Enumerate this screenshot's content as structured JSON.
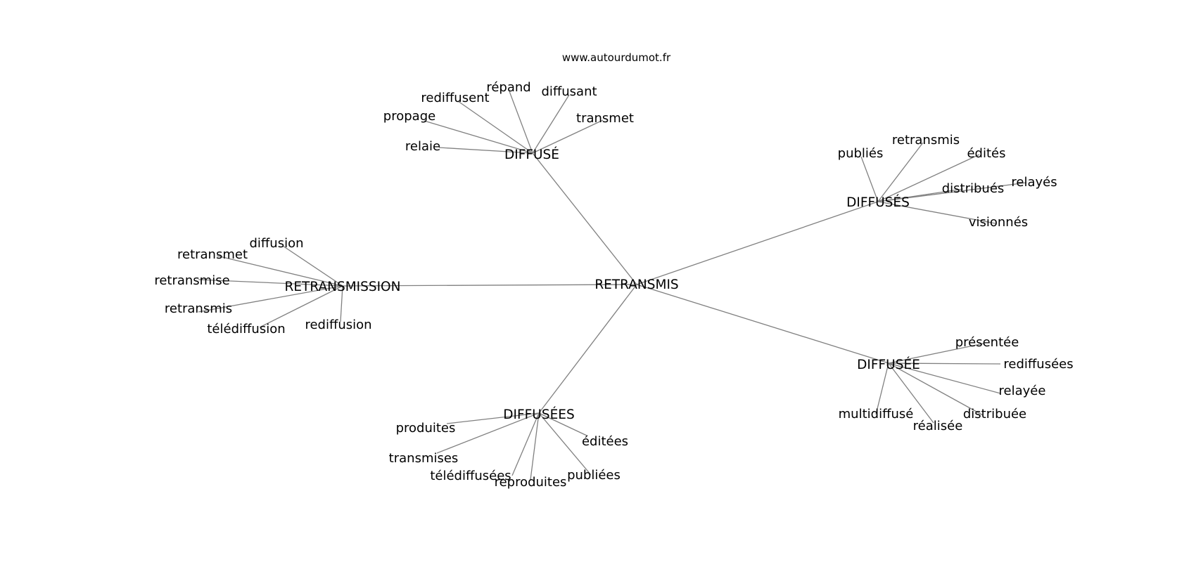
{
  "credit": "www.autourdumot.fr",
  "root": {
    "id": "root",
    "label": "RETRANSMIS"
  },
  "hubs": [
    {
      "id": "diffuse",
      "label": "DIFFUSÉ",
      "leaves": [
        {
          "id": "diffuse-relaie",
          "label": "relaie"
        },
        {
          "id": "diffuse-propage",
          "label": "propage"
        },
        {
          "id": "diffuse-rediffusent",
          "label": "rediffusent"
        },
        {
          "id": "diffuse-repand",
          "label": "répand"
        },
        {
          "id": "diffuse-diffusant",
          "label": "diffusant"
        },
        {
          "id": "diffuse-transmet",
          "label": "transmet"
        }
      ]
    },
    {
      "id": "diffuses",
      "label": "DIFFUSÉS",
      "leaves": [
        {
          "id": "diffuses-publies",
          "label": "publiés"
        },
        {
          "id": "diffuses-retransmis",
          "label": "retransmis"
        },
        {
          "id": "diffuses-edites",
          "label": "édités"
        },
        {
          "id": "diffuses-distribues",
          "label": "distribués"
        },
        {
          "id": "diffuses-relayes",
          "label": "relayés"
        },
        {
          "id": "diffuses-visionnes",
          "label": "visionnés"
        }
      ]
    },
    {
      "id": "retransmission",
      "label": "RETRANSMISSION",
      "leaves": [
        {
          "id": "retransmission-diffusion",
          "label": "diffusion"
        },
        {
          "id": "retransmission-retransmet",
          "label": "retransmet"
        },
        {
          "id": "retransmission-retransmise",
          "label": "retransmise"
        },
        {
          "id": "retransmission-retransmis",
          "label": "retransmis"
        },
        {
          "id": "retransmission-telediffusion",
          "label": "télédiffusion"
        },
        {
          "id": "retransmission-rediffusion",
          "label": "rediffusion"
        }
      ]
    },
    {
      "id": "diffusee",
      "label": "DIFFUSÉE",
      "leaves": [
        {
          "id": "diffusee-presentee",
          "label": "présentée"
        },
        {
          "id": "diffusee-rediffusees",
          "label": "rediffusées"
        },
        {
          "id": "diffusee-relayee",
          "label": "relayée"
        },
        {
          "id": "diffusee-distribuee",
          "label": "distribuée"
        },
        {
          "id": "diffusee-realisee",
          "label": "réalisée"
        },
        {
          "id": "diffusee-multidiffuse",
          "label": "multidiffusé"
        }
      ]
    },
    {
      "id": "diffusees",
      "label": "DIFFUSÉES",
      "leaves": [
        {
          "id": "diffusees-produites",
          "label": "produites"
        },
        {
          "id": "diffusees-transmises",
          "label": "transmises"
        },
        {
          "id": "diffusees-telediffusees",
          "label": "télédiffusées"
        },
        {
          "id": "diffusees-reproduites",
          "label": "reproduites"
        },
        {
          "id": "diffusees-publiees",
          "label": "publiées"
        },
        {
          "id": "diffusees-editees",
          "label": "éditées"
        }
      ]
    }
  ]
}
